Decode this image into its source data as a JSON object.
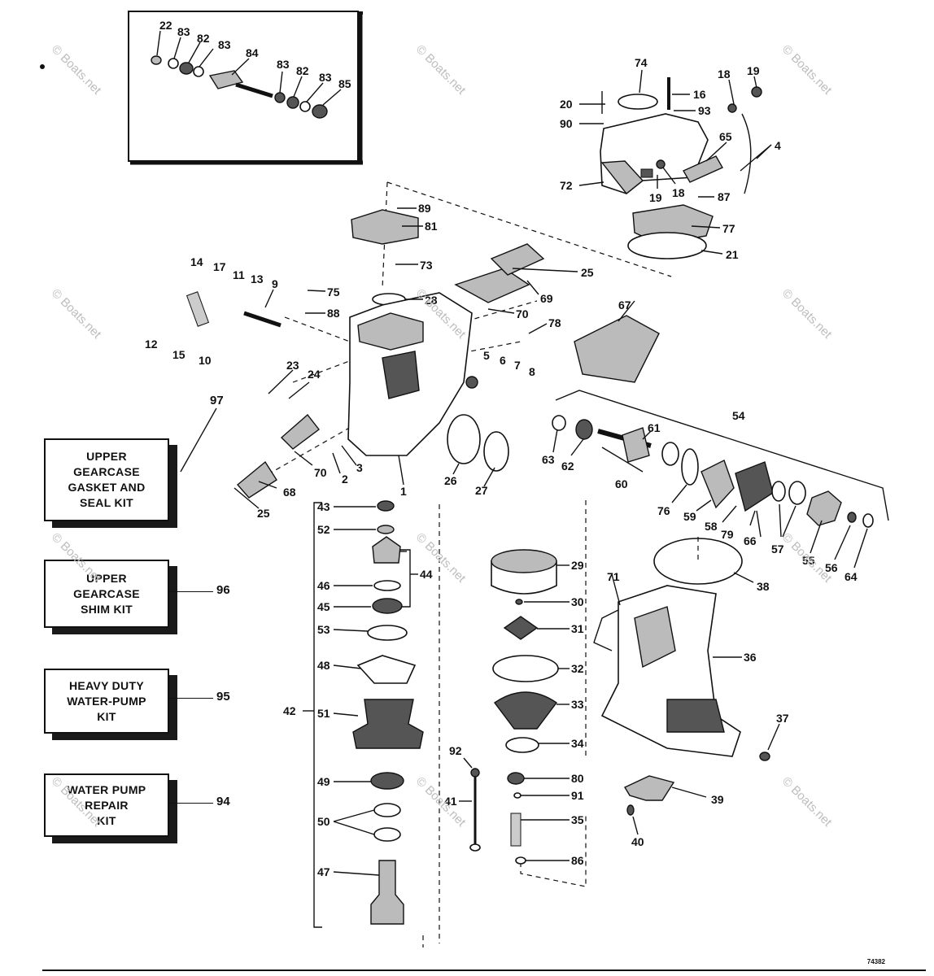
{
  "kits": [
    {
      "number": "97",
      "label": "UPPER\nGEARCASE\nGASKET AND\nSEAL KIT"
    },
    {
      "number": "96",
      "label": "UPPER\nGEARCASE\nSHIM KIT"
    },
    {
      "number": "95",
      "label": "HEAVY DUTY\nWATER-PUMP\nKIT"
    },
    {
      "number": "94",
      "label": "WATER PUMP\nREPAIR\nKIT"
    }
  ],
  "watermark": "© Boats.net",
  "drawing_code": "74382",
  "callouts": [
    "1",
    "2",
    "3",
    "4",
    "5",
    "6",
    "7",
    "8",
    "9",
    "10",
    "11",
    "12",
    "13",
    "14",
    "15",
    "16",
    "17",
    "18",
    "18",
    "19",
    "19",
    "20",
    "21",
    "22",
    "23",
    "24",
    "25",
    "25",
    "26",
    "27",
    "28",
    "29",
    "30",
    "31",
    "32",
    "33",
    "34",
    "35",
    "36",
    "37",
    "38",
    "39",
    "40",
    "41",
    "42",
    "43",
    "44",
    "45",
    "46",
    "47",
    "48",
    "49",
    "50",
    "51",
    "52",
    "53",
    "54",
    "55",
    "56",
    "57",
    "58",
    "59",
    "60",
    "61",
    "62",
    "63",
    "64",
    "65",
    "66",
    "67",
    "68",
    "69",
    "70",
    "70",
    "71",
    "72",
    "73",
    "74",
    "75",
    "76",
    "77",
    "78",
    "79",
    "80",
    "81",
    "82",
    "82",
    "83",
    "83",
    "83",
    "83",
    "84",
    "85",
    "86",
    "87",
    "88",
    "89",
    "90",
    "91",
    "92",
    "93"
  ]
}
